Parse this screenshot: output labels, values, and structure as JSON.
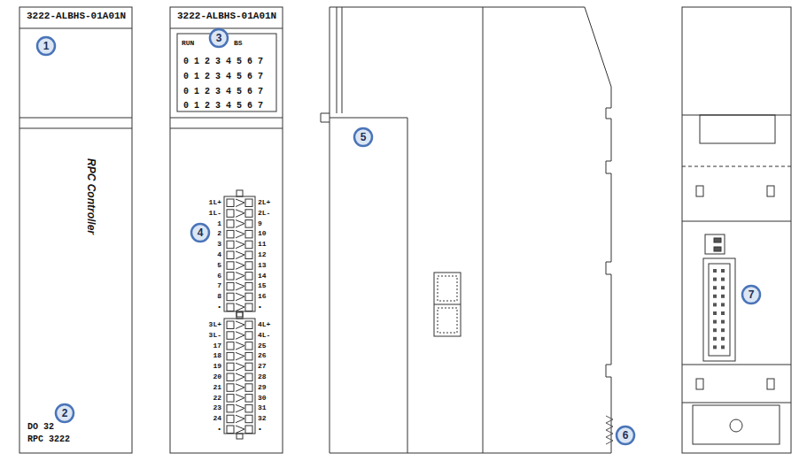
{
  "diagram": {
    "labels": [
      "3222-ALBHS-01A01N",
      "1",
      "RPC Controller",
      "DO 32",
      "RPC 3222",
      "2",
      "3222-ALBHS-01A01N",
      "RUN",
      "3",
      "BS",
      "0 1 2 3 4 5 6 7",
      "0 1 2 3 4 5 6 7",
      "0 1 2 3 4 5 6 7",
      "0 1 2 3 4 5 6 7",
      "1L+",
      "1L-",
      "1",
      "2",
      "3",
      "4",
      "5",
      "6",
      "7",
      "8",
      "•",
      "2L+",
      "2L-",
      "9",
      "10",
      "11",
      "12",
      "13",
      "14",
      "15",
      "16",
      "•",
      "3L+",
      "3L-",
      "17",
      "18",
      "19",
      "20",
      "21",
      "22",
      "23",
      "24",
      "•",
      "4L+",
      "4L-",
      "25",
      "26",
      "27",
      "28",
      "29",
      "30",
      "31",
      "32",
      "•",
      "4",
      "5",
      "6",
      "7"
    ]
  }
}
